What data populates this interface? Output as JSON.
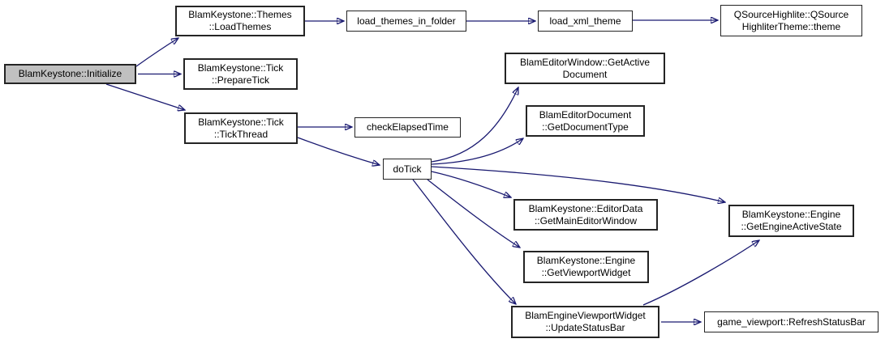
{
  "graph": {
    "kind": "doxygen-call-graph",
    "edge_color": "#191970",
    "node_border_color": "#242424",
    "node_fill": "#ffffff",
    "root_fill": "#c0c0c0",
    "nodes": {
      "initialize": {
        "line1": "BlamKeystone::Initialize"
      },
      "load_themes": {
        "line1": "BlamKeystone::Themes",
        "line2": "::LoadThemes"
      },
      "load_themes_in_folder": {
        "line1": "load_themes_in_folder"
      },
      "load_xml_theme": {
        "line1": "load_xml_theme"
      },
      "qsource_highliter_theme": {
        "line1": "QSourceHighlite::QSource",
        "line2": "HighliterTheme::theme"
      },
      "prepare_tick": {
        "line1": "BlamKeystone::Tick",
        "line2": "::PrepareTick"
      },
      "tick_thread": {
        "line1": "BlamKeystone::Tick",
        "line2": "::TickThread"
      },
      "check_elapsed_time": {
        "line1": "checkElapsedTime"
      },
      "do_tick": {
        "line1": "doTick"
      },
      "get_active_document": {
        "line1": "BlamEditorWindow::GetActive",
        "line2": "Document"
      },
      "get_document_type": {
        "line1": "BlamEditorDocument",
        "line2": "::GetDocumentType"
      },
      "get_main_editor_window": {
        "line1": "BlamKeystone::EditorData",
        "line2": "::GetMainEditorWindow"
      },
      "get_viewport_widget": {
        "line1": "BlamKeystone::Engine",
        "line2": "::GetViewportWidget"
      },
      "update_status_bar": {
        "line1": "BlamEngineViewportWidget",
        "line2": "::UpdateStatusBar"
      },
      "refresh_status_bar": {
        "line1": "game_viewport::RefreshStatusBar"
      },
      "get_engine_active_state": {
        "line1": "BlamKeystone::Engine",
        "line2": "::GetEngineActiveState"
      }
    },
    "edges": [
      {
        "from": "initialize",
        "to": "load_themes"
      },
      {
        "from": "initialize",
        "to": "prepare_tick"
      },
      {
        "from": "initialize",
        "to": "tick_thread"
      },
      {
        "from": "load_themes",
        "to": "load_themes_in_folder"
      },
      {
        "from": "load_themes_in_folder",
        "to": "load_xml_theme"
      },
      {
        "from": "load_xml_theme",
        "to": "qsource_highliter_theme"
      },
      {
        "from": "tick_thread",
        "to": "check_elapsed_time"
      },
      {
        "from": "tick_thread",
        "to": "do_tick"
      },
      {
        "from": "do_tick",
        "to": "get_active_document"
      },
      {
        "from": "do_tick",
        "to": "get_document_type"
      },
      {
        "from": "do_tick",
        "to": "get_engine_active_state"
      },
      {
        "from": "do_tick",
        "to": "get_main_editor_window"
      },
      {
        "from": "do_tick",
        "to": "get_viewport_widget"
      },
      {
        "from": "do_tick",
        "to": "update_status_bar"
      },
      {
        "from": "update_status_bar",
        "to": "refresh_status_bar"
      },
      {
        "from": "update_status_bar",
        "to": "get_engine_active_state"
      }
    ]
  }
}
